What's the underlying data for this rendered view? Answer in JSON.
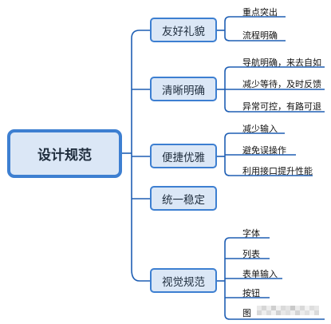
{
  "root": {
    "label": "设计规范"
  },
  "branches": [
    {
      "label": "友好礼貌",
      "leaves": [
        "重点突出",
        "流程明确"
      ]
    },
    {
      "label": "清晰明确",
      "leaves": [
        "导航明确，来去自如",
        "减少等待，及时反馈",
        "异常可控，有路可退"
      ]
    },
    {
      "label": "便捷优雅",
      "leaves": [
        "减少输入",
        "避免误操作",
        "利用接口提升性能"
      ]
    },
    {
      "label": "统一稳定",
      "leaves": []
    },
    {
      "label": "视觉规范",
      "leaves": [
        "字体",
        "列表",
        "表单输入",
        "按钮",
        "图"
      ]
    }
  ],
  "colors": {
    "accent": "#3d7fd1",
    "fill": "#dbe7f6",
    "line": "#1f5fb4"
  }
}
